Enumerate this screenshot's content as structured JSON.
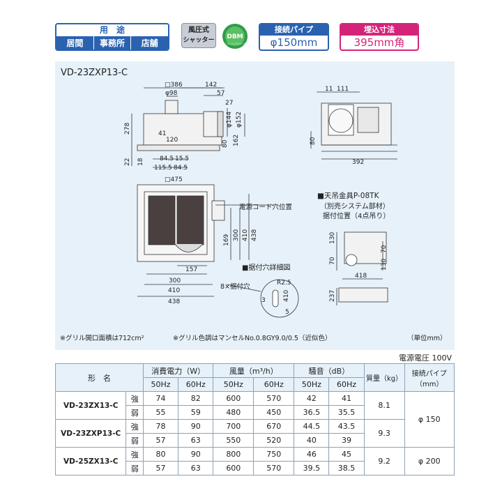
{
  "header": {
    "use_label": "用　途",
    "use_items": [
      "居間",
      "事務所",
      "店舗"
    ],
    "shutter_label_1": "風圧式",
    "shutter_label_2": "シャッター",
    "dbm_label": "DBM",
    "dbm_sub": "デュアルバリアマテリアル",
    "pipe_label": "接続パイプ",
    "pipe_value": "φ150mm",
    "embed_label": "埋込寸法",
    "embed_value": "395mm角"
  },
  "drawing": {
    "model_name": "VD-23ZXP13-C",
    "dims_top": [
      "□386",
      "142",
      "φ98",
      "57",
      "27",
      "φ144",
      "φ152",
      "278",
      "80",
      "162",
      "41",
      "120",
      "22",
      "18",
      "84.5",
      "15.5",
      "115.5",
      "84.5"
    ],
    "dims_side": [
      "11",
      "111",
      "80",
      "392"
    ],
    "dims_bottom": [
      "□475",
      "300",
      "410",
      "438",
      "169",
      "157",
      "300",
      "410",
      "438"
    ],
    "cord_label": "電源コード穴位置",
    "mount_detail_label": "■据付穴詳細図",
    "mount_holes_label": "8×据付穴",
    "detail_dims": [
      "R2.5",
      "410",
      "3",
      "5"
    ],
    "hanger_title": "■天吊金具P-08TK",
    "hanger_sub1": "（別売システム部材）",
    "hanger_sub2": "据付位置（4点吊り）",
    "hanger_dims": [
      "130",
      "70",
      "70",
      "130",
      "418",
      "237"
    ],
    "note_grille_area": "※グリル開口面積は712cm²",
    "note_grille_color": "※グリル色調はマンセルNo.0.8GY9.0/0.5（近似色）",
    "note_unit": "（単位mm）"
  },
  "table": {
    "voltage": "電源電圧 100V",
    "headers": {
      "model": "形　名",
      "power": "消費電力（W）",
      "airflow": "風量（m³/h）",
      "noise": "騒音（dB）",
      "mass": "質量（kg）",
      "pipe": "接続パイプ（mm）",
      "hz50": "50Hz",
      "hz60": "60Hz"
    },
    "rows": [
      {
        "model": "VD-23ZX13-C",
        "mode": "強",
        "p50": "74",
        "p60": "82",
        "a50": "600",
        "a60": "570",
        "n50": "42",
        "n60": "41",
        "mass": "8.1",
        "pipe": "φ 150"
      },
      {
        "model": "",
        "mode": "弱",
        "p50": "55",
        "p60": "59",
        "a50": "480",
        "a60": "450",
        "n50": "36.5",
        "n60": "35.5"
      },
      {
        "model": "VD-23ZXP13-C",
        "mode": "強",
        "p50": "78",
        "p60": "90",
        "a50": "700",
        "a60": "670",
        "n50": "44.5",
        "n60": "43.5",
        "mass": "9.3"
      },
      {
        "model": "",
        "mode": "弱",
        "p50": "57",
        "p60": "63",
        "a50": "550",
        "a60": "520",
        "n50": "40",
        "n60": "39"
      },
      {
        "model": "VD-25ZX13-C",
        "mode": "強",
        "p50": "80",
        "p60": "90",
        "a50": "800",
        "a60": "750",
        "n50": "46",
        "n60": "45",
        "mass": "9.2",
        "pipe": "φ 200"
      },
      {
        "model": "",
        "mode": "弱",
        "p50": "57",
        "p60": "63",
        "a50": "600",
        "a60": "570",
        "n50": "39.5",
        "n60": "38.5"
      }
    ]
  }
}
